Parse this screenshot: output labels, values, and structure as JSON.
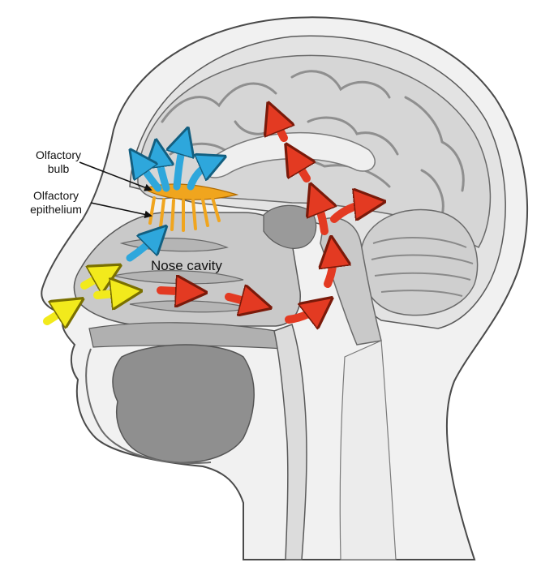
{
  "labels": {
    "olfactory_bulb": {
      "line1": "Olfactory",
      "line2": "bulb"
    },
    "olfactory_epithelium": {
      "line1": "Olfactory",
      "line2": "epithelium"
    },
    "nose_cavity": "Nose cavity"
  },
  "colors": {
    "airflow_in": "#f2ea1c",
    "airflow_pathway": "#e33a22",
    "nerve_signal": "#2ea7dc",
    "olfactory_nerve": "#f0a51e",
    "skin": "#f1f1f1",
    "outline": "#4a4a4a",
    "tissue_mid": "#c8c8c8",
    "tissue_dark": "#9a9a9a",
    "brain": "#d9d9d9"
  }
}
